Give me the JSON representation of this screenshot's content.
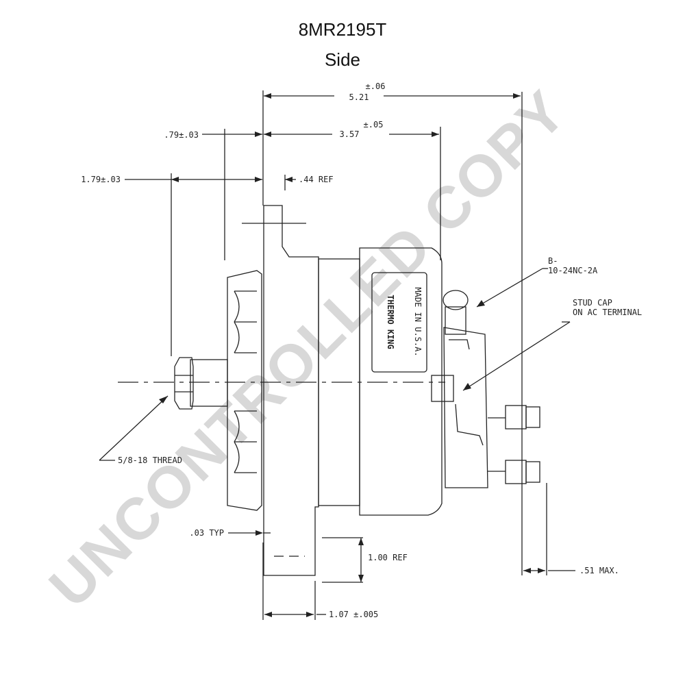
{
  "title": "8MR2195T",
  "subtitle": "Side",
  "watermark": "UNCONTROLLED COPY",
  "colors": {
    "line": "#222222",
    "watermark": "#d8d8d8"
  },
  "dimensions": {
    "overall_length": "5.21",
    "overall_tol": "±.06",
    "body_length": "3.57",
    "body_tol": "±.05",
    "fan_width": ".79±.03",
    "shaft_length": "1.79±.03",
    "ref_44": ".44 REF",
    "thread": "5/8-18 THREAD",
    "typ_03": ".03 TYP",
    "ref_100": "1.00 REF",
    "mount_width": "1.07 ±.005",
    "max_51": ".51 MAX."
  },
  "callouts": {
    "b_minus": "B-",
    "b_minus_thread": "10-24NC-2A",
    "stud_cap": "STUD CAP",
    "stud_cap_sub": "ON AC TERMINAL"
  },
  "nameplate": {
    "brand": "THERMO KING",
    "made_in": "MADE IN U.S.A."
  }
}
